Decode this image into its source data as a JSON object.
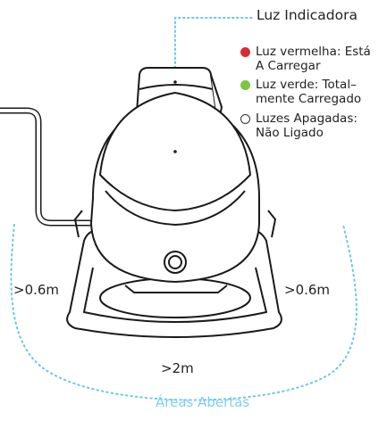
{
  "labels": {
    "indicator_title": "Luz Indicadora",
    "distance_left": ">0.6m",
    "distance_right": ">0.6m",
    "distance_front": ">2m",
    "open_areas": "Áreas Abertas"
  },
  "legend": [
    {
      "lines": [
        "Luz vermelha: Está",
        "A Carregar"
      ],
      "color": "#d92b36",
      "style": "filled"
    },
    {
      "lines": [
        "Luz verde: Total–",
        "mente Carregado"
      ],
      "color": "#7cc53f",
      "style": "filled"
    },
    {
      "lines": [
        "Luzes Apagadas:",
        "Não Ligado"
      ],
      "color": "#333333",
      "style": "outline"
    }
  ],
  "colors": {
    "dotted_guide": "#6cc6ea",
    "outline": "#1a1a1a",
    "open_areas_text": "#7fcfee"
  }
}
